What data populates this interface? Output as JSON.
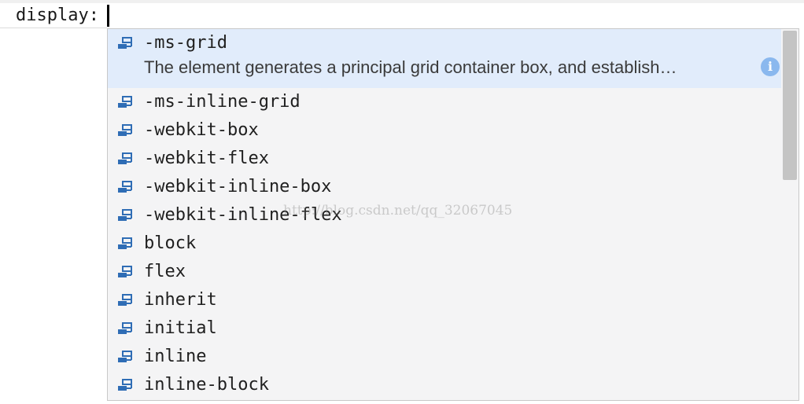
{
  "editor": {
    "text": "display:"
  },
  "autocomplete": {
    "items": [
      {
        "label": "-ms-grid",
        "description": "The element generates a principal grid container box, and establish…",
        "selected": true
      },
      {
        "label": "-ms-inline-grid"
      },
      {
        "label": "-webkit-box"
      },
      {
        "label": "-webkit-flex"
      },
      {
        "label": "-webkit-inline-box"
      },
      {
        "label": "-webkit-inline-flex"
      },
      {
        "label": "block"
      },
      {
        "label": "flex"
      },
      {
        "label": "inherit"
      },
      {
        "label": "initial"
      },
      {
        "label": "inline"
      },
      {
        "label": "inline-block"
      }
    ],
    "item_icon": "property-value-icon",
    "info_icon": "info-icon",
    "info_icon_glyph": "i",
    "selected_color": "#e1ecfb",
    "icon_color": "#2f6db5"
  },
  "watermark": "http://blog.csdn.net/qq_32067045"
}
